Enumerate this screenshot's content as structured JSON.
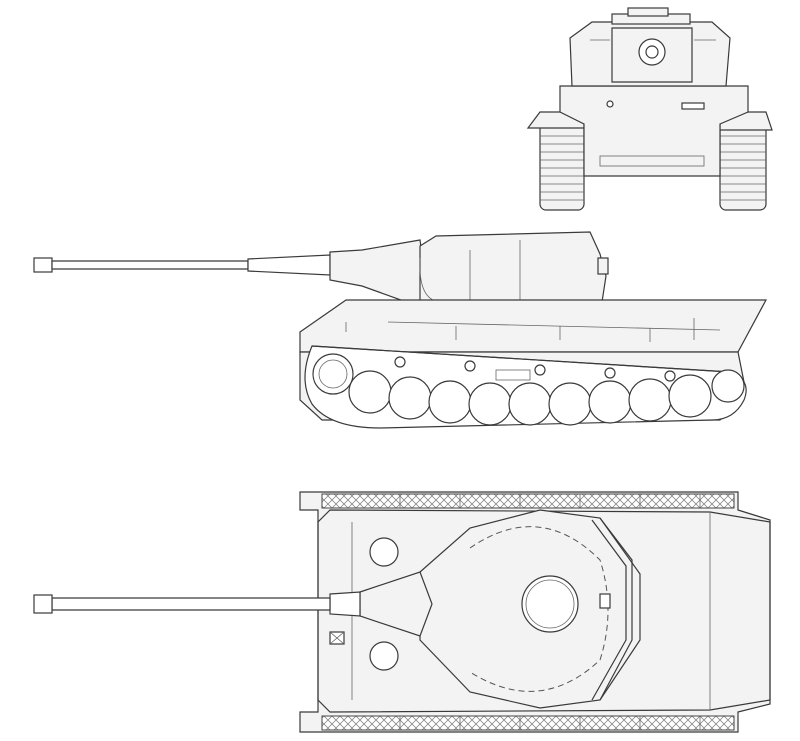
{
  "drawing": {
    "views": [
      "front-view",
      "side-view",
      "top-view"
    ],
    "colors": {
      "line": "#3a3a3a",
      "paper": "#ffffff",
      "shade": "#f3f3f3"
    }
  }
}
